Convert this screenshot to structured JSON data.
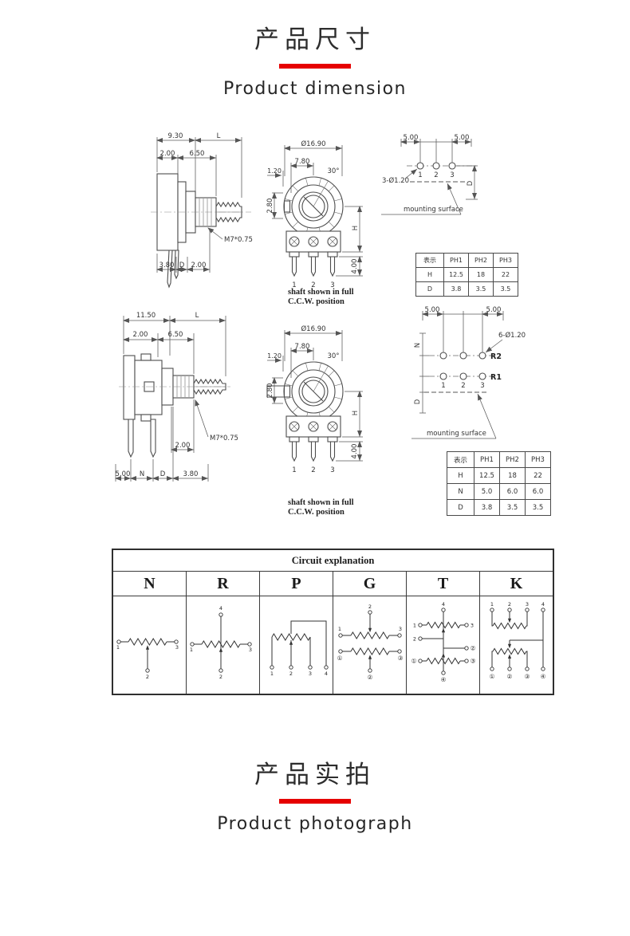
{
  "colors": {
    "accent_red": "#e60000",
    "drawing_line": "#4d4d4d",
    "text": "#2e2e2e"
  },
  "header_dimension": {
    "title_cn": "产品尺寸",
    "title_en": "Product dimension"
  },
  "header_photograph": {
    "title_cn": "产品实拍",
    "title_en": "Product photograph"
  },
  "drawings": {
    "side_a": {
      "d_930": "9.30",
      "d_L": "L",
      "d_200": "2.00",
      "d_650": "6.50",
      "thread": "M7*0.75",
      "d_380": "3.80",
      "d_D": "D",
      "d_200b": "2.00"
    },
    "front": {
      "dia": "Ø16.90",
      "d_780": "7.80",
      "angle": "30°",
      "d_120": "1.20",
      "d_280": "2.80",
      "d_H": "H",
      "d_400": "4.00",
      "pin1": "1",
      "pin2": "2",
      "pin3": "3",
      "caption1": "shaft shown in full",
      "caption2": "C.C.W. position"
    },
    "mount_a": {
      "d_500_left": "5.00",
      "d_500_right": "5.00",
      "holes": "3-Ø1.20",
      "hole1": "1",
      "hole2": "2",
      "hole3": "3",
      "d_D": "D",
      "surface": "mounting surface"
    },
    "side_b": {
      "d_1150": "11.50",
      "d_L": "L",
      "d_200": "2.00",
      "d_650": "6.50",
      "thread": "M7*0.75",
      "d_200b": "2.00",
      "d_500": "5.00",
      "d_N": "N",
      "d_D": "D",
      "d_380": "3.80"
    },
    "mount_b": {
      "d_500_left": "5.00",
      "d_500_right": "5.00",
      "holes": "6-Ø1.20",
      "r2": "R2",
      "r1": "R1",
      "hole1": "1",
      "hole2": "2",
      "hole3": "3",
      "d_N": "N",
      "d_D": "D",
      "surface": "mounting surface"
    }
  },
  "tables": {
    "t1": {
      "headers": [
        "表示",
        "PH1",
        "PH2",
        "PH3"
      ],
      "rows": [
        [
          "H",
          "12.5",
          "18",
          "22"
        ],
        [
          "D",
          "3.8",
          "3.5",
          "3.5"
        ]
      ]
    },
    "t2": {
      "headers": [
        "表示",
        "PH1",
        "PH2",
        "PH3"
      ],
      "rows": [
        [
          "H",
          "12.5",
          "18",
          "22"
        ],
        [
          "N",
          "5.0",
          "6.0",
          "6.0"
        ],
        [
          "D",
          "3.8",
          "3.5",
          "3.5"
        ]
      ]
    }
  },
  "circuit": {
    "title": "Circuit explanation",
    "columns": [
      "N",
      "R",
      "P",
      "G",
      "T",
      "K"
    ],
    "cells": {
      "n": {
        "t1": "1",
        "t3": "3",
        "t2": "2"
      },
      "r": {
        "t4": "4",
        "t1": "1",
        "t3": "3",
        "t2": "2"
      },
      "p": {
        "t1": "1",
        "t2": "2",
        "t3": "3",
        "t4": "4"
      },
      "g": {
        "t2": "2",
        "t1": "1",
        "t3": "3",
        "b1": "①",
        "b3": "③",
        "b2": "②"
      },
      "t": {
        "t4": "4",
        "t1": "1",
        "t3": "3",
        "t2": "2",
        "b2": "②",
        "b1": "①",
        "b3": "③",
        "b4": "④"
      },
      "k": {
        "t1": "1",
        "t2": "2",
        "t3": "3",
        "t4": "4",
        "b1": "①",
        "b2": "②",
        "b3": "③",
        "b4": "④"
      }
    }
  }
}
